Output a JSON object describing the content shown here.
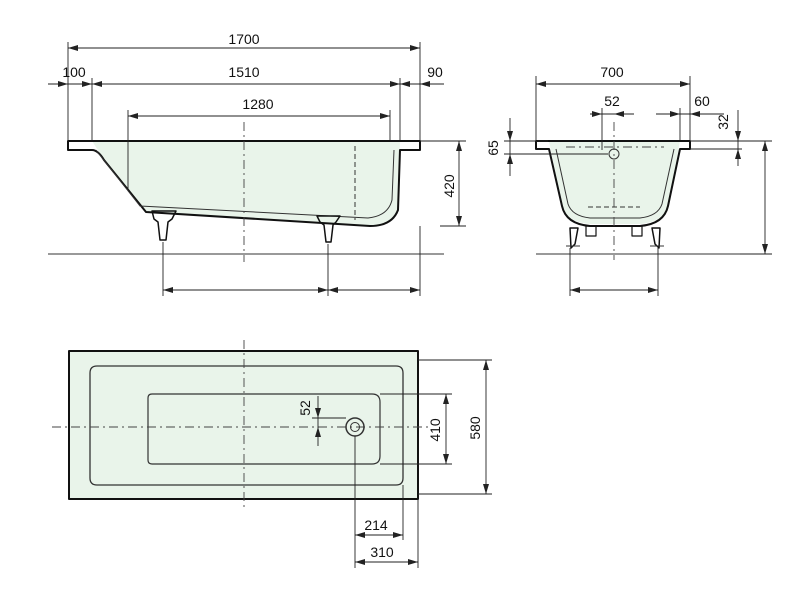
{
  "side_view": {
    "overall_length": "1700",
    "left_rim": "100",
    "inner_length": "1510",
    "right_rim": "90",
    "bottom_length": "1280",
    "height": "420"
  },
  "end_view": {
    "width": "700",
    "waste_offset": "52",
    "rim_flange": "60",
    "rim_height": "32",
    "rim_depth": "65"
  },
  "plan_view": {
    "waste_offset": "52",
    "inner_width": "410",
    "overall_width": "580",
    "waste_from_end": "214",
    "waste_region": "310"
  },
  "colors": {
    "outline": "#111111",
    "tub_fill": "#e9f4ea",
    "dimension_lines": "#222222"
  }
}
